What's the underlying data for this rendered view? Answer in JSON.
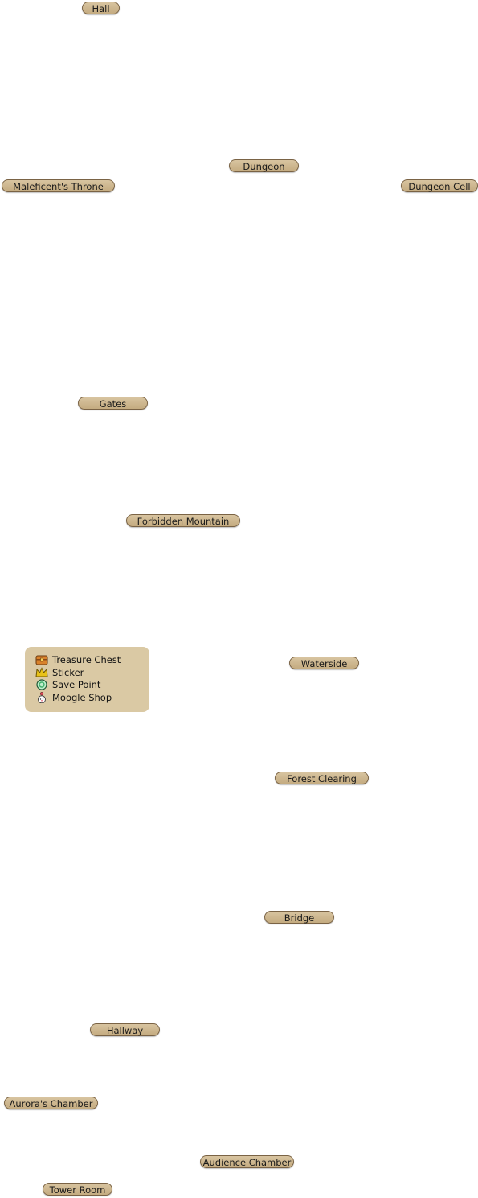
{
  "map": {
    "locations": {
      "hall": "Hall",
      "dungeon": "Dungeon",
      "maleficents_throne": "Maleficent's Throne",
      "dungeon_cell": "Dungeon Cell",
      "gates": "Gates",
      "forbidden_mountain": "Forbidden Mountain",
      "waterside": "Waterside",
      "forest_clearing": "Forest Clearing",
      "bridge": "Bridge",
      "hallway": "Hallway",
      "auroras_chamber": "Aurora's Chamber",
      "audience_chamber": "Audience Chamber",
      "tower_room": "Tower Room"
    }
  },
  "legend": {
    "items": [
      {
        "label": "Treasure Chest",
        "icon": "treasure-chest-icon",
        "color": "#d9822b"
      },
      {
        "label": "Sticker",
        "icon": "sticker-crown-icon",
        "color": "#e8c21a"
      },
      {
        "label": "Save Point",
        "icon": "save-point-icon",
        "color": "#3fae6a"
      },
      {
        "label": "Moogle Shop",
        "icon": "moogle-icon",
        "color": "#e04a5a"
      }
    ]
  }
}
